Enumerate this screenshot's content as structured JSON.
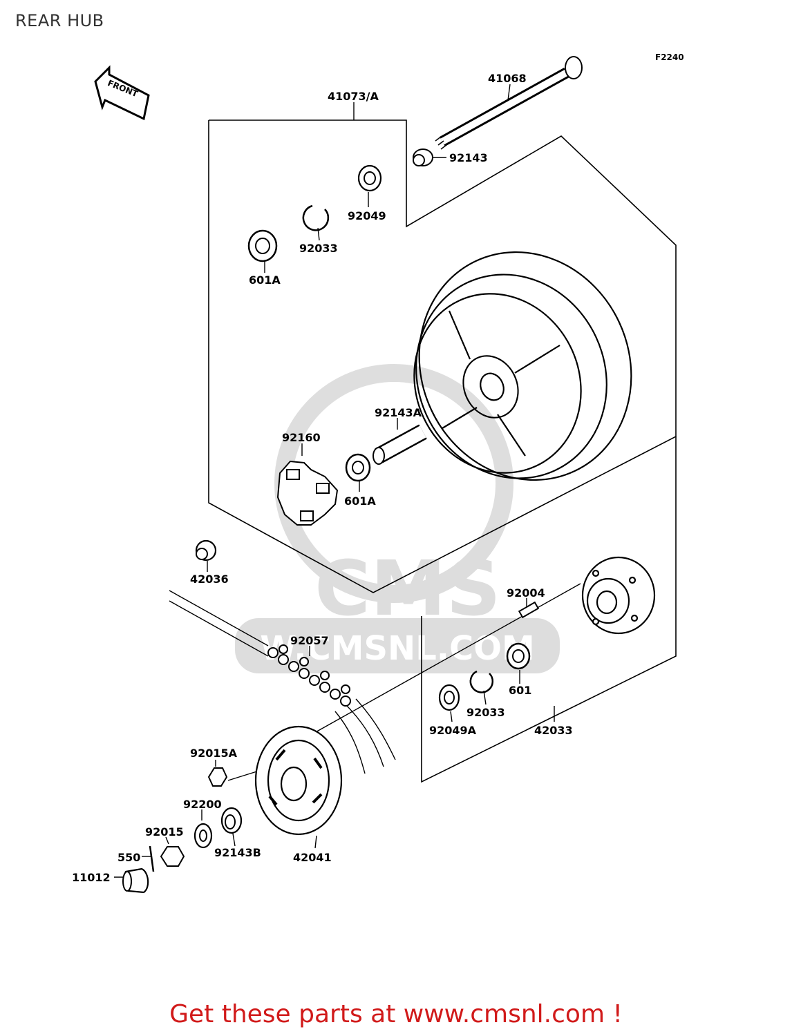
{
  "title": "REAR HUB",
  "diagram_code": "F2240",
  "front_label": "FRONT",
  "watermark": {
    "brand": "CMS",
    "url": "W.CMSNL.COM"
  },
  "labels": {
    "p41073": "41073/A",
    "p41068": "41068",
    "p92143": "92143",
    "p92049": "92049",
    "p92033a": "92033",
    "p601a_1": "601A",
    "p92143a": "92143A",
    "p92160": "92160",
    "p601a_2": "601A",
    "p42036": "42036",
    "p92004": "92004",
    "p92057": "92057",
    "p601": "601",
    "p92033b": "92033",
    "p92049a": "92049A",
    "p42033": "42033",
    "p92015a": "92015A",
    "p92200": "92200",
    "p92015": "92015",
    "p550": "550",
    "p11012": "11012",
    "p92143b": "92143B",
    "p42041": "42041"
  },
  "footer": "Get these parts at www.cmsnl.com !"
}
